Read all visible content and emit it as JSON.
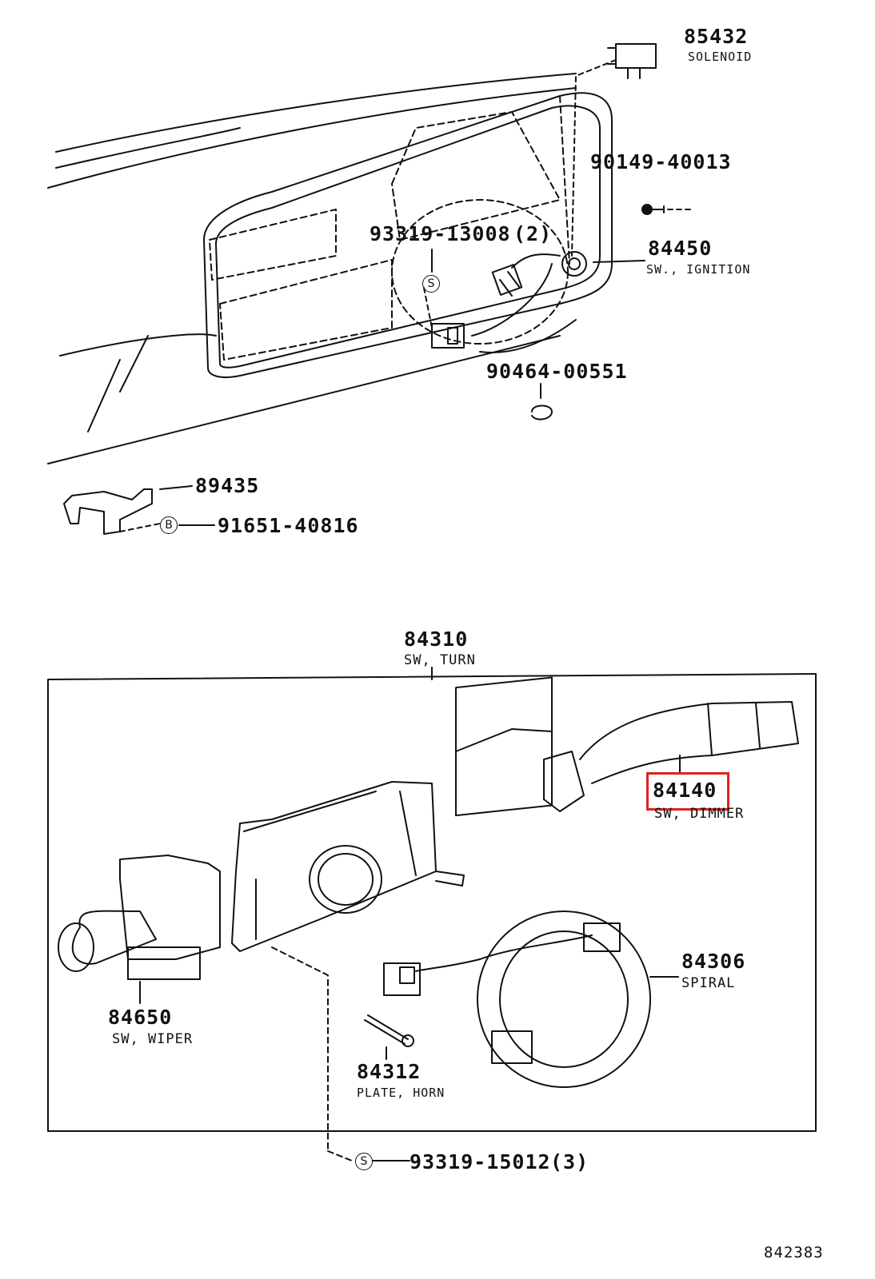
{
  "parts": {
    "p85432": {
      "number": "85432",
      "name": "SOLENOID"
    },
    "p90149": {
      "number": "90149-40013"
    },
    "p93319a": {
      "number": "93319-13008",
      "qty": "(2)",
      "marker": "S"
    },
    "p84450": {
      "number": "84450",
      "name": "SW., IGNITION"
    },
    "p90464": {
      "number": "90464-00551"
    },
    "p89435": {
      "number": "89435"
    },
    "p91651": {
      "number": "91651-40816",
      "marker": "B"
    },
    "p84310": {
      "number": "84310",
      "name": "SW, TURN"
    },
    "p84140": {
      "number": "84140",
      "name": "SW, DIMMER"
    },
    "p84306": {
      "number": "84306",
      "name": "SPIRAL"
    },
    "p84650": {
      "number": "84650",
      "name": "SW, WIPER"
    },
    "p84312": {
      "number": "84312",
      "name": "PLATE, HORN"
    },
    "p93319b": {
      "number": "93319-15012",
      "qty": "(3)",
      "marker": "S"
    }
  },
  "diagram_id": "842383",
  "highlight": {
    "target": "84140",
    "color": "#e02020"
  }
}
